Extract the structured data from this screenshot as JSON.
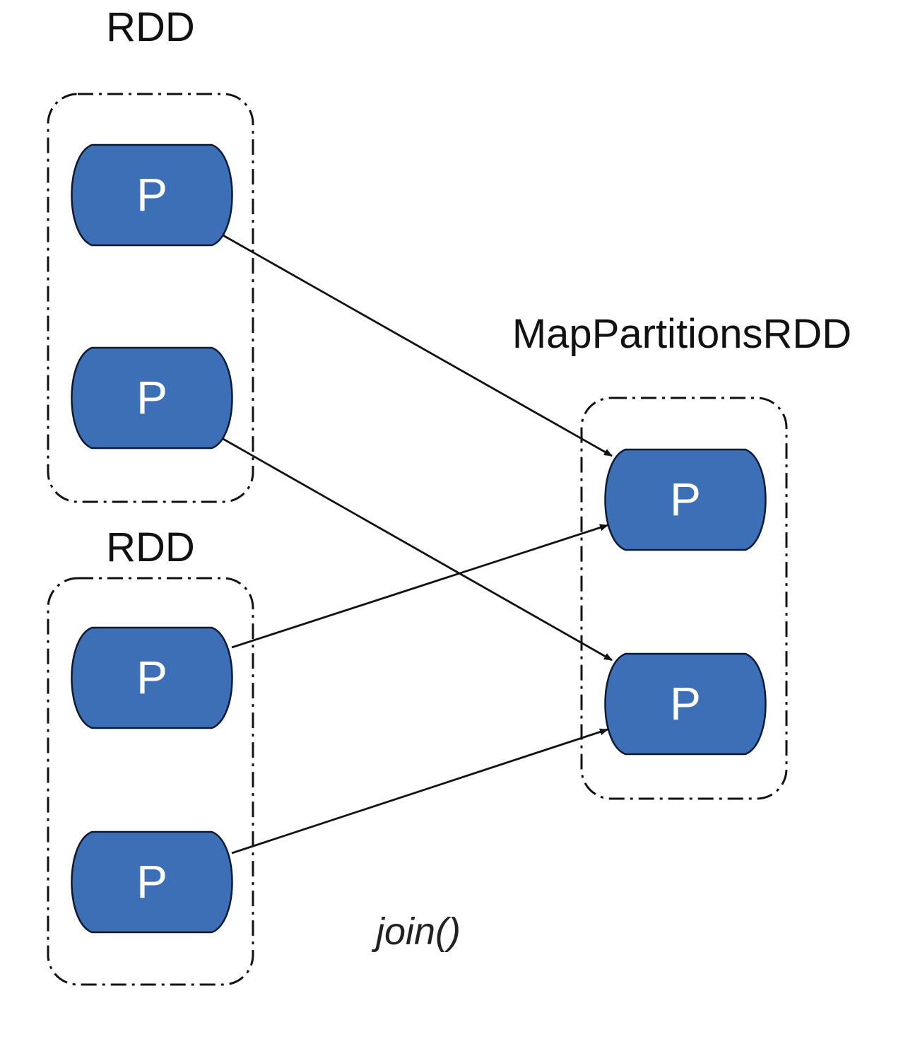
{
  "groups": {
    "rdd_top": {
      "label": "RDD",
      "partitions": [
        "P",
        "P"
      ]
    },
    "rdd_bottom": {
      "label": "RDD",
      "partitions": [
        "P",
        "P"
      ]
    },
    "map_partitions_rdd": {
      "label": "MapPartitionsRDD",
      "partitions": [
        "P",
        "P"
      ]
    }
  },
  "operation": {
    "label": "join()"
  },
  "edges": [
    {
      "from": "rdd_top.0",
      "to": "map_partitions_rdd.0"
    },
    {
      "from": "rdd_top.1",
      "to": "map_partitions_rdd.1"
    },
    {
      "from": "rdd_bottom.0",
      "to": "map_partitions_rdd.0"
    },
    {
      "from": "rdd_bottom.1",
      "to": "map_partitions_rdd.1"
    }
  ],
  "colors": {
    "partition_fill": "#3c6fb6",
    "partition_text": "#ffffff",
    "line": "#111111"
  }
}
